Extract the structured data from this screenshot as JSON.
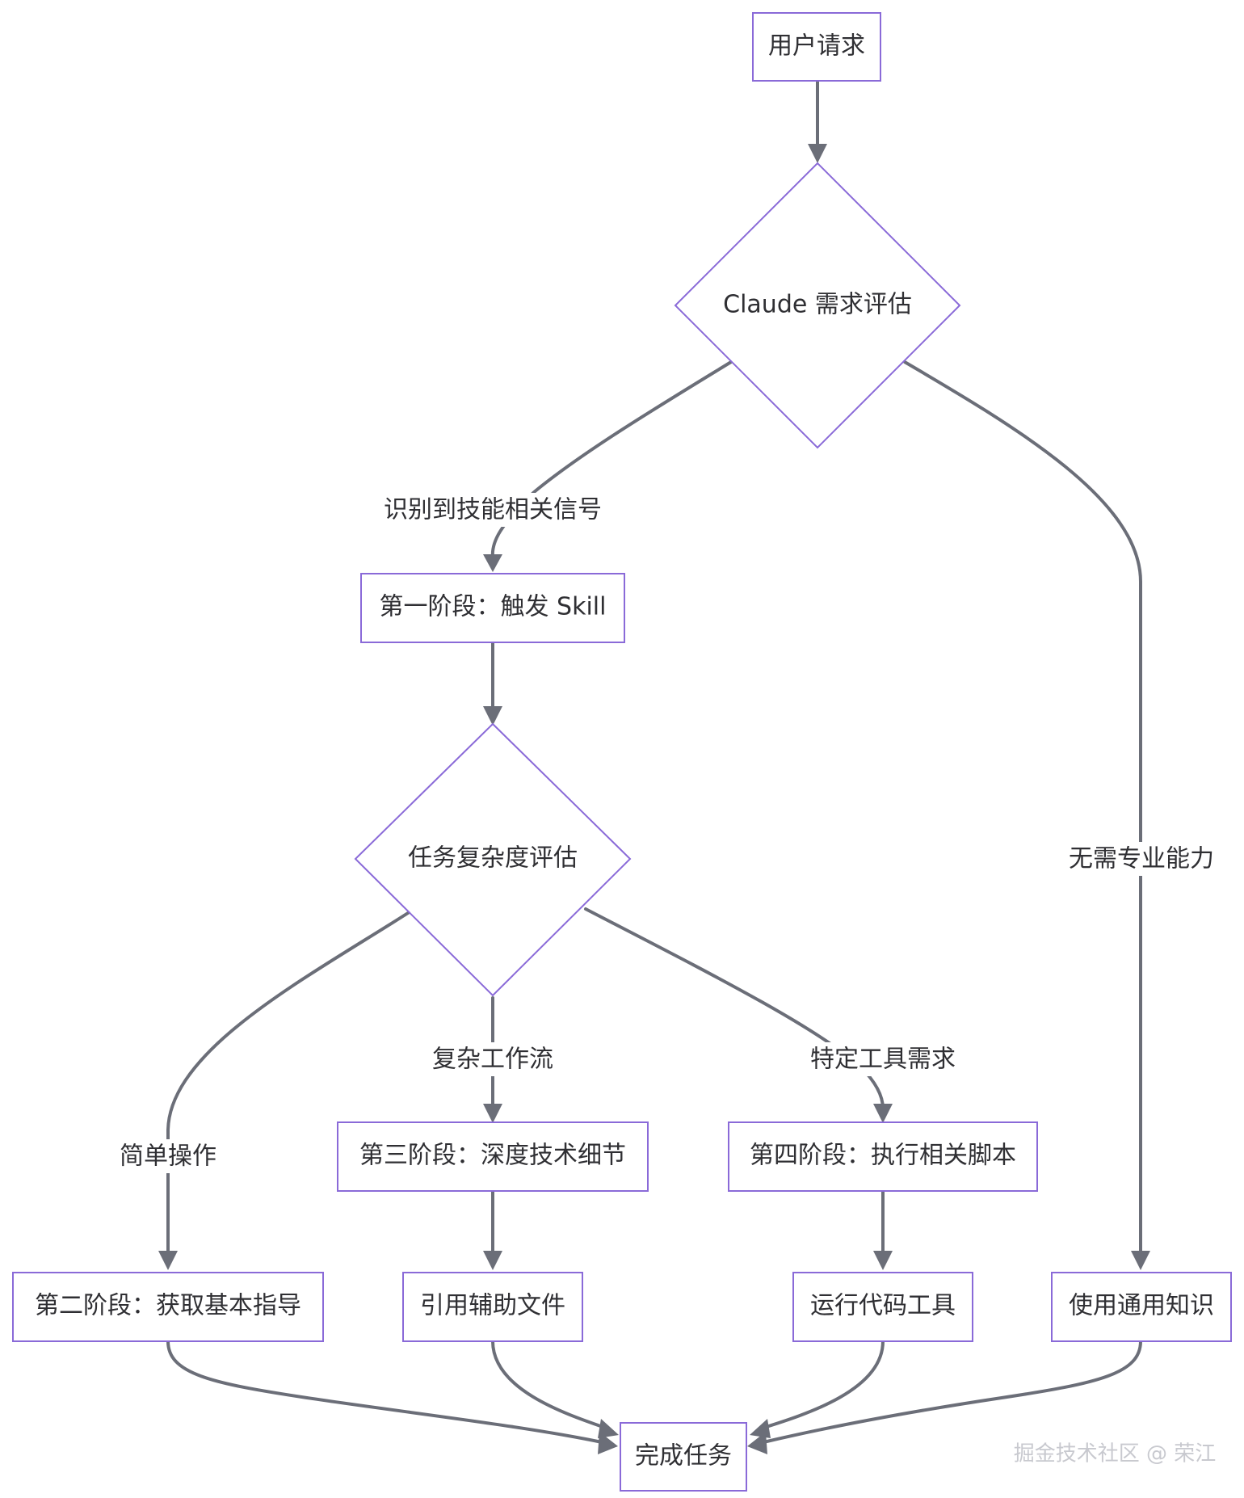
{
  "nodes": {
    "user_request": "用户请求",
    "claude_eval": "Claude 需求评估",
    "stage1": "第一阶段：触发 Skill",
    "complexity_eval": "任务复杂度评估",
    "stage2": "第二阶段：获取基本指导",
    "stage3": "第三阶段：深度技术细节",
    "stage4": "第四阶段：执行相关脚本",
    "ref_files": "引用辅助文件",
    "run_tools": "运行代码工具",
    "general_knowledge": "使用通用知识",
    "done": "完成任务"
  },
  "edge_labels": {
    "skill_signal": "识别到技能相关信号",
    "no_expertise": "无需专业能力",
    "simple_op": "简单操作",
    "complex_workflow": "复杂工作流",
    "specific_tools": "特定工具需求"
  },
  "watermark": "掘金技术社区 @ 荣江",
  "colors": {
    "node_stroke": "#8a6ad8",
    "edge": "#6b6e78",
    "text": "#2f2f33",
    "watermark": "#c8c9cf"
  }
}
